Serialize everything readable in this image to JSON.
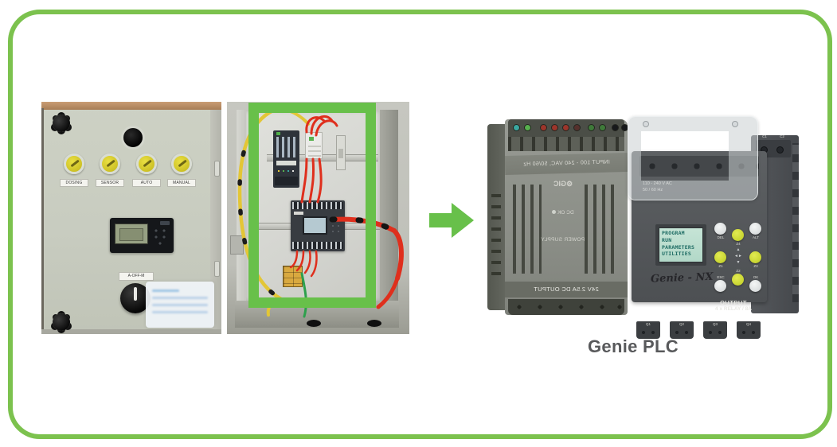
{
  "page": {
    "background": "#ffffff",
    "frame_green": "#7cc24e",
    "accent_green": "#68c04a"
  },
  "left_panel": {
    "description": "closed control panel door photo",
    "button_labels": [
      "DOSING",
      "SENSOR",
      "AUTO",
      "MANUAL"
    ],
    "selector_label": "A-OFF-M",
    "button_yellow": "#ddd32c",
    "door_color": "#c8ccc0"
  },
  "open_panel": {
    "description": "open panel enclosure photo with PLC and power supply wired inside",
    "highlight_color": "#68c04a"
  },
  "arrow": {
    "direction": "right",
    "color": "#68c04a"
  },
  "power_supply_module": {
    "mirrored_photo": true,
    "brand": "GIC",
    "gear_icon": "⚙",
    "input_label": "INPUT 100 - 240 VAC, 50/60 Hz",
    "name_label": "POWER SUPPLY",
    "dc_label": "DC OK",
    "output_label": "24V 2.5A DC OUTPUT"
  },
  "genie_plc": {
    "voltage_label": "110 - 240 V AC",
    "frequency_label": "50 / 60 Hz",
    "lcd_menu": [
      "PROGRAM",
      "RUN",
      "PARAMETERS",
      "UTILITIES"
    ],
    "brand_script": "Genie - NX",
    "keypad": {
      "del": "DEL",
      "alt": "ALT",
      "esc": "ESC",
      "ok": "OK",
      "z1": "Z1",
      "z2": "Z2",
      "z3": "Z3",
      "z4": "Z4",
      "nav_up": "▲",
      "nav_down": "▼",
      "nav_left": "◄",
      "nav_right": "►"
    },
    "output_line1": "OUTPUT",
    "output_line2": "4 x RELAY / 8A",
    "output_terminals": [
      "Q1",
      "Q2",
      "Q3",
      "Q4"
    ],
    "aux_terminals": [
      "C1",
      "C2"
    ]
  },
  "caption": "Genie PLC"
}
